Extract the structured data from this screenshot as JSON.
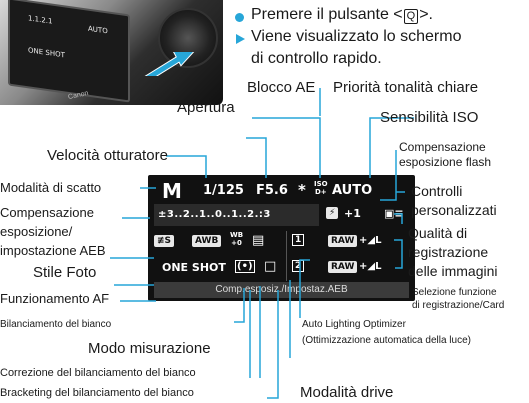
{
  "intro": {
    "step": "Premere il pulsante <",
    "step_icon": "Q",
    "step_end": ">.",
    "result_line1": "Viene visualizzato lo schermo",
    "result_line2": "di controllo rapido."
  },
  "camera_screen": {
    "value1": "1.1.2.1",
    "value2": "AUTO",
    "value3": "ONE SHOT",
    "brand": "Canon"
  },
  "panel": {
    "mode": "M",
    "shutter": "1/125",
    "aperture": "F5.6",
    "ae_lock": "*",
    "iso_top": "ISO",
    "iso_bottom": "D+",
    "iso_value": "AUTO",
    "exposure_scale": "±3..2..1..0..1..2.:3",
    "flash_comp": "+1",
    "custom_icon": "▣≡",
    "picture_style": "≢S",
    "wb": "AWB",
    "wb_shift_top": "WB",
    "wb_shift_bottom": "+0",
    "alo_icon": "▤",
    "card1": "1",
    "card2": "2",
    "raw1": "RAW",
    "raw2": "RAW",
    "jpeg1": "+◢L",
    "jpeg2": "+◢L",
    "af_mode": "ONE SHOT",
    "metering_icon": "(•)",
    "drive_icon": "□",
    "footer": "Comp.esposiz./Impostaz.AEB"
  },
  "labels": {
    "blocco_ae": "Blocco AE",
    "priorita": "Priorità tonalità chiare",
    "apertura": "Apertura",
    "sensibilita": "Sensibilità ISO",
    "velocita": "Velocità otturatore",
    "comp_flash1": "Compensazione",
    "comp_flash2": "esposizione flash",
    "modalita_scatto": "Modalità di scatto",
    "controlli1": "Controlli",
    "controlli2": "personalizzati",
    "comp_esp1": "Compensazione",
    "comp_esp2": "esposizione/",
    "comp_esp3": "impostazione AEB",
    "qualita1": "Qualità di",
    "qualita2": "registrazione",
    "qualita3": "delle immagini",
    "stile_foto": "Stile Foto",
    "funz_af": "Funzionamento AF",
    "selezione1": "Selezione funzione",
    "selezione2": "di registrazione/Card",
    "bilanciamento": "Bilanciamento del bianco",
    "modo_misurazione": "Modo misurazione",
    "alo1": "Auto Lighting Optimizer",
    "alo2": "(Ottimizzazione automatica della luce)",
    "correzione": "Correzione del bilanciamento del bianco",
    "bracketing": "Bracketing del bilanciamento del bianco",
    "modalita_drive": "Modalità drive"
  },
  "colors": {
    "accent": "#27a6d8",
    "panel": "#111111",
    "text": "#1a1a1a"
  }
}
